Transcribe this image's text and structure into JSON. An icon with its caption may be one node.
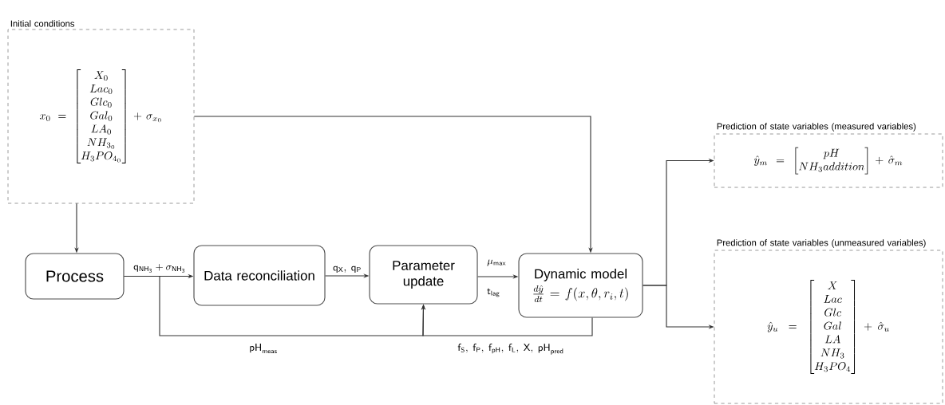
{
  "diagram": {
    "nodes": [
      {
        "text": [
          "Initial conditions",
          "x_0 = \\begin{bmatrix} X_0\\\\ Lac_0\\\\ Glc_0\\\\ Gal_0\\\\ LA_0\\\\ NH_{3_0}\\\\ H_3PO_{4_0}\\end{bmatrix} + \\sigma_{x_0}"
        ]
      },
      {
        "text": [
          "Process"
        ]
      },
      {
        "text": [
          "Data reconciliation"
        ]
      },
      {
        "text": [
          "Parameter update"
        ]
      },
      {
        "text": [
          "Dynamic model",
          "\\frac{d\\hat{y}}{dt} = f(x,\\theta,r_i,t)"
        ]
      },
      {
        "text": [
          "Prediction of state variables (measured variables)",
          "\\hat{y}_m = \\begin{bmatrix} pH\\\\ NH_3 addition\\end{bmatrix} + \\hat{\\sigma}_m"
        ]
      },
      {
        "text": [
          "Prediction of state variables (unmeasured variables)",
          "\\hat{y}_u = \\begin{bmatrix} X\\\\ Lac\\\\ Glc\\\\ Gal\\\\ LA\\\\ NH_3\\\\ H_3PO_4\\end{bmatrix} + \\hat{\\sigma}_u"
        ]
      }
    ],
    "edges": [
      {
        "from": 0,
        "to": 1,
        "arrow": "to"
      },
      {
        "from": 0,
        "to": 4,
        "arrow": "to"
      },
      {
        "from": 1,
        "to": 2,
        "arrow": "to",
        "label": "\\mathsf{q}_{\\mathsf{NH_3}} + \\sigma_{\\mathsf{NH_3}}"
      },
      {
        "from": 2,
        "to": 3,
        "arrow": "to",
        "label": "\\mathsf{q}_{\\mathsf{X}},\\ \\mathsf{q}_{\\mathsf{P}}"
      },
      {
        "from": 3,
        "to": 4,
        "arrow": "to",
        "label": "\\begin{array}{l}\\mu_{\\mathsf{max}}\\\\[16pt] \\mathsf{t}_{\\mathsf{lag}}\\end{array}"
      },
      {
        "from": 1,
        "to": 3,
        "arrow": "to",
        "label": "\\mathsf{pH}_{\\mathsf{meas}}"
      },
      {
        "from": 4,
        "to": 3,
        "arrow": "to",
        "label": "\\mathsf{f}_{\\mathsf{S}},\\ \\mathsf{f}_{\\mathsf{P}},\\ \\mathsf{f}_{\\mathsf{pH}},\\ \\mathsf{f}_{\\mathsf{L}},\\ \\mathsf{X},\\ \\mathsf{pH}_{\\mathsf{pred}}"
      },
      {
        "from": 4,
        "to": 5,
        "arrow": "to"
      },
      {
        "from": 4,
        "to": 6,
        "arrow": "to"
      }
    ]
  }
}
